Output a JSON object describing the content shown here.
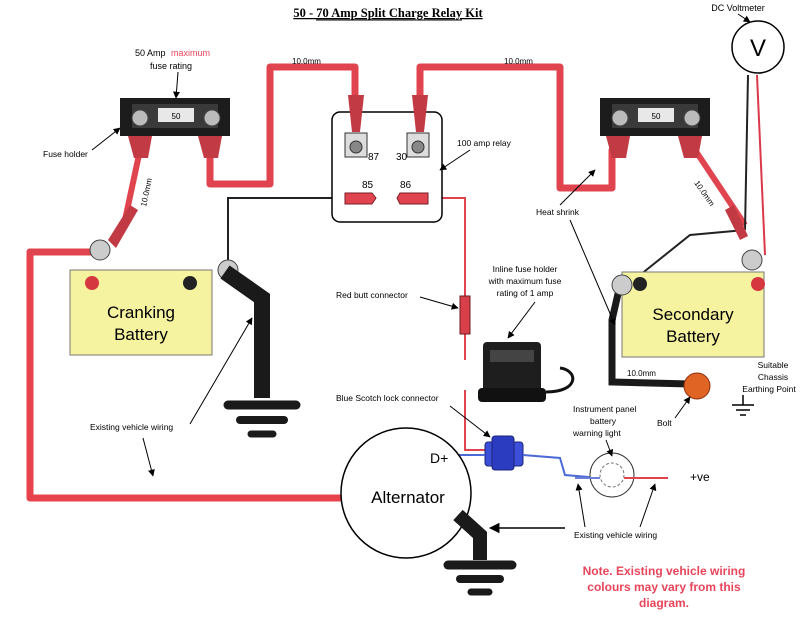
{
  "title": "50 - 70 Amp Split Charge Relay Kit",
  "voltmeter": {
    "label": "DC Voltmeter",
    "symbol": "V"
  },
  "fuse_rating": {
    "amp": "50 Amp",
    "maximum": "maximum",
    "line2": "fuse rating"
  },
  "fuse_value": "50",
  "fuse_holder_label": "Fuse holder",
  "wire_10mm": "10.0mm",
  "relay": {
    "label": "100 amp relay",
    "t87": "87",
    "t30": "30",
    "t85": "85",
    "t86": "86"
  },
  "heat_shrink": "Heat shrink",
  "inline_fuse": [
    "Inline fuse holder",
    "with maximum fuse",
    "rating of 1 amp"
  ],
  "red_butt": "Red butt connector",
  "cranking_battery": [
    "Cranking",
    "Battery"
  ],
  "secondary_battery": [
    "Secondary",
    "Battery"
  ],
  "chassis": [
    "Suitable",
    "Chassis",
    "Earthing Point"
  ],
  "bolt": "Bolt",
  "blue_scotch": "Blue Scotch lock connector",
  "existing_wiring": "Existing vehicle wiring",
  "instrument_panel": [
    "Instrument panel",
    "battery",
    "warning  light"
  ],
  "alternator": {
    "label": "Alternator",
    "dplus": "D+"
  },
  "positive": "+ve",
  "note": [
    "Note. Existing vehicle wiring",
    "colours may vary from this",
    "diagram."
  ],
  "colors": {
    "wire_red": "#e0444f",
    "battery_fill": "#f6f3a0",
    "note_red": "#e8455a",
    "blue_connector": "#3b4fd8"
  }
}
